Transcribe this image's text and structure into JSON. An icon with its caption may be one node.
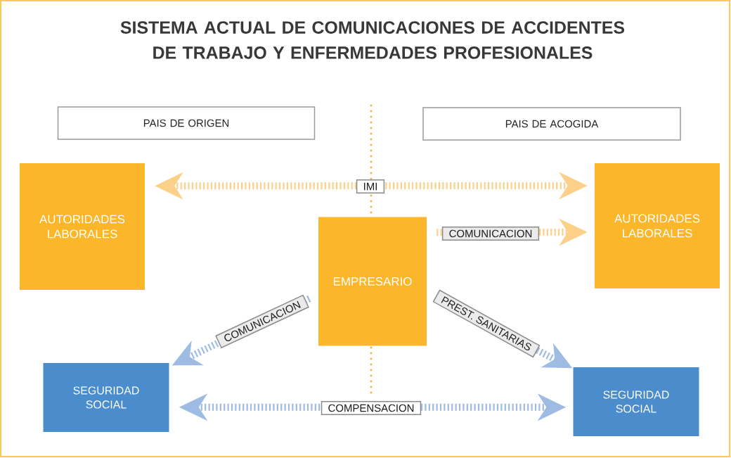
{
  "diagram": {
    "title": "SISTEMA ACTUAL DE COMUNICACIONES DE ACCIDENTES DE TRABAJO Y ENFERMEDADES PROFESIONALES",
    "nodes": [
      {
        "text": [
          "PAIS DE ORIGEN"
        ]
      },
      {
        "text": [
          "PAIS DE ACOGIDA"
        ]
      },
      {
        "text": [
          "AUTORIDADES LABORALES"
        ]
      },
      {
        "text": [
          "AUTORIDADES LABORALES"
        ]
      },
      {
        "text": [
          "EMPRESARIO"
        ]
      },
      {
        "text": [
          "SEGURIDAD SOCIAL"
        ]
      },
      {
        "text": [
          "SEGURIDAD SOCIAL"
        ]
      }
    ],
    "edges": [
      {
        "from": 2,
        "to": 3,
        "arrow": "both",
        "label": "IMI",
        "color": "#fdd08a"
      },
      {
        "from": 4,
        "to": 3,
        "arrow": "to",
        "label": "COMUNICACION",
        "color": "#fdd08a"
      },
      {
        "from": 4,
        "to": 5,
        "arrow": "to",
        "label": "COMUNICACION",
        "color": "#9dbbe3"
      },
      {
        "from": 4,
        "to": 6,
        "arrow": "to",
        "label": "PREST. SANITARIAS",
        "color": "#9dbbe3"
      },
      {
        "from": 5,
        "to": 6,
        "arrow": "both",
        "label": "COMPENSACION",
        "color": "#9dbbe3"
      }
    ]
  }
}
